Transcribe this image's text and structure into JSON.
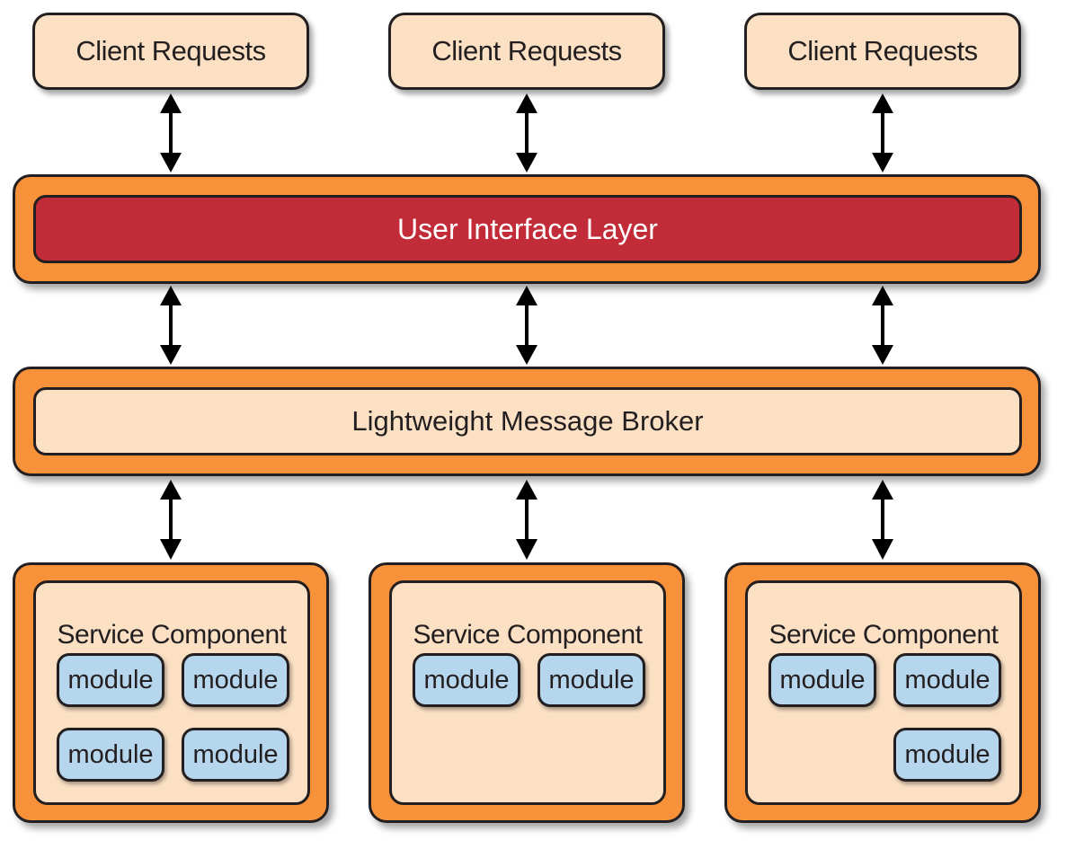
{
  "clients": [
    {
      "label": "Client Requests"
    },
    {
      "label": "Client Requests"
    },
    {
      "label": "Client Requests"
    }
  ],
  "ui_layer": {
    "label": "User Interface Layer"
  },
  "broker": {
    "label": "Lightweight Message Broker"
  },
  "services": [
    {
      "title": "Service Component",
      "modules": [
        "module",
        "module",
        "module",
        "module"
      ]
    },
    {
      "title": "Service Component",
      "modules": [
        "module",
        "module"
      ]
    },
    {
      "title": "Service Component",
      "modules": [
        "module",
        "module",
        "module"
      ]
    }
  ],
  "colors": {
    "client_fill": "#fbe0c4",
    "outer_fill": "#f7923a",
    "ui_fill": "#c22b38",
    "module_fill": "#b6d6ee",
    "stroke": "#231f20"
  }
}
